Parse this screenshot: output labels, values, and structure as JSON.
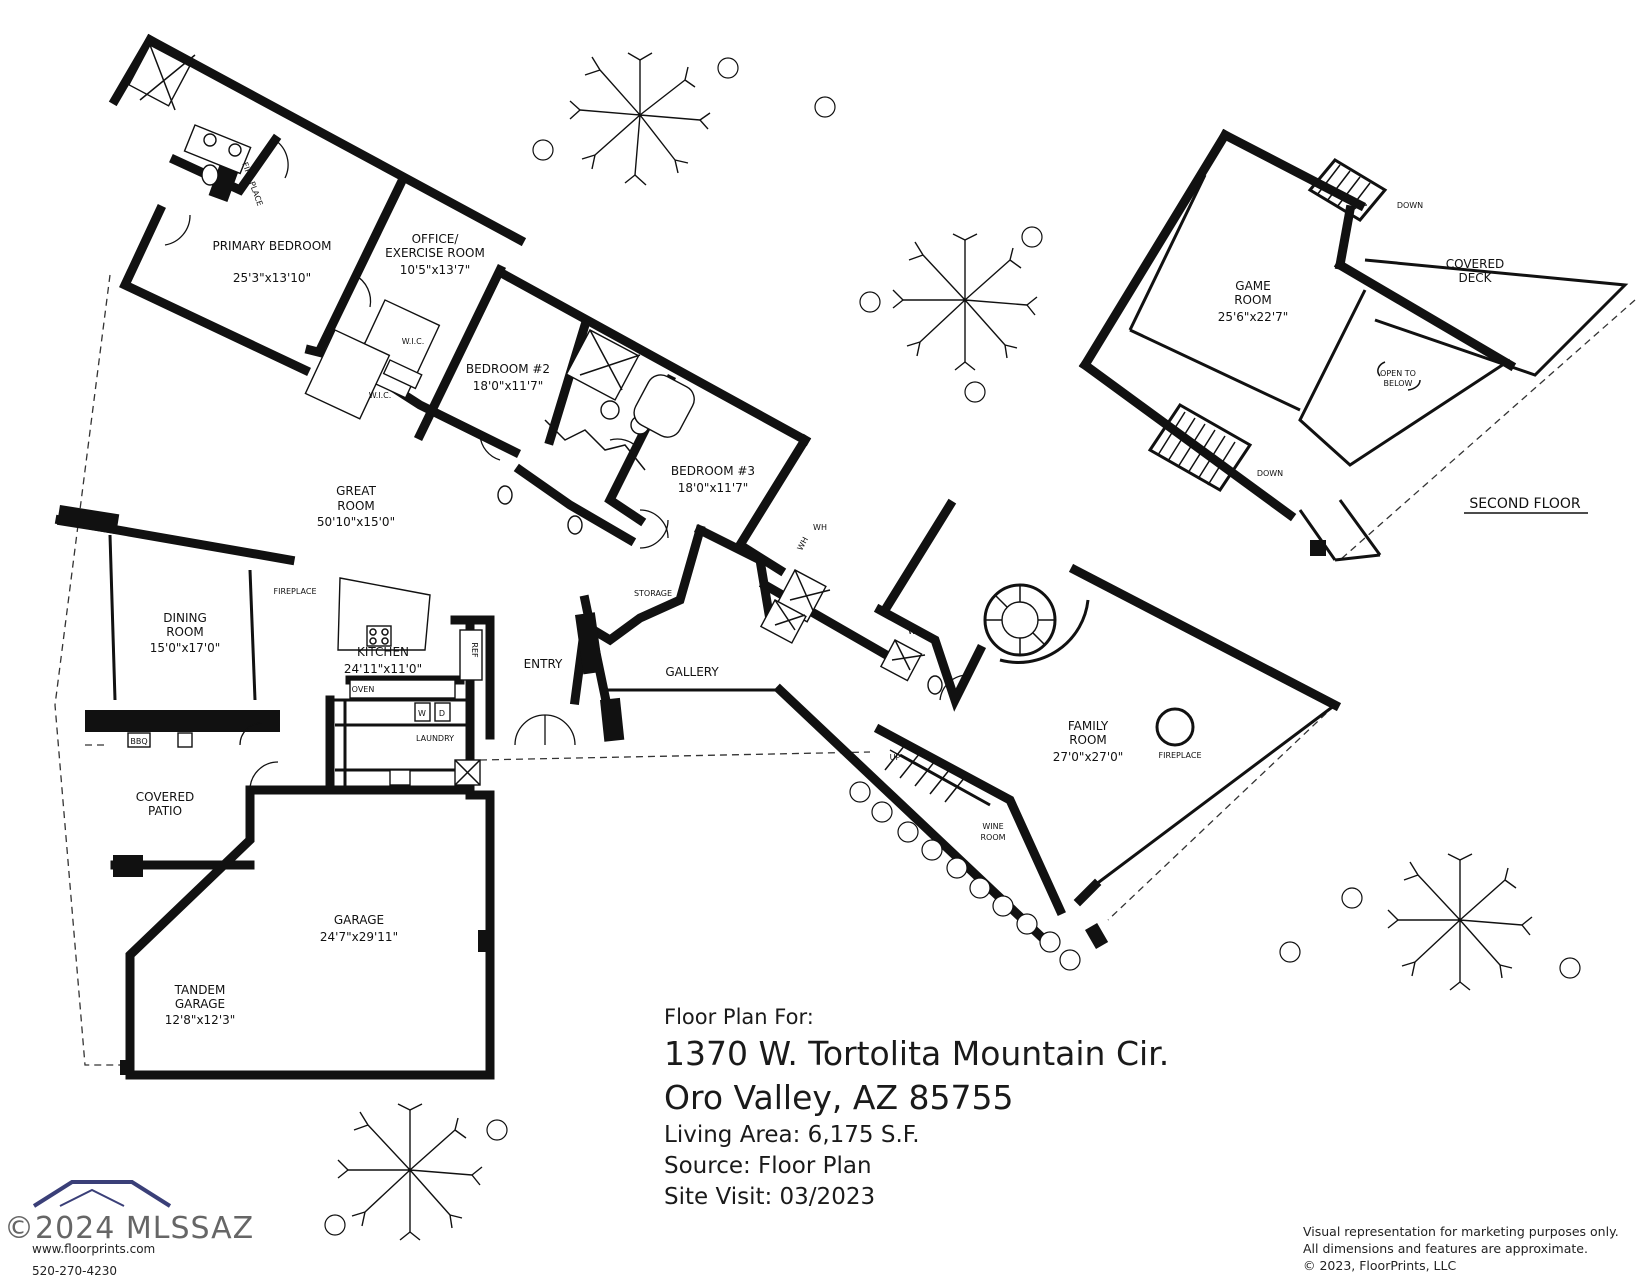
{
  "colors": {
    "ink": "#111111",
    "background": "#ffffff"
  },
  "rooms": {
    "primary_bedroom": {
      "name": "PRIMARY BEDROOM",
      "dims": "25'3\"x13'10\""
    },
    "office": {
      "name1": "OFFICE/",
      "name2": "EXERCISE ROOM",
      "dims": "10'5\"x13'7\""
    },
    "wic": "W.I.C.",
    "bedroom2": {
      "name": "BEDROOM #2",
      "dims": "18'0\"x11'7\""
    },
    "bedroom3": {
      "name": "BEDROOM #3",
      "dims": "18'0\"x11'7\""
    },
    "great_room": {
      "name1": "GREAT",
      "name2": "ROOM",
      "dims": "50'10\"x15'0\""
    },
    "dining_room": {
      "name1": "DINING",
      "name2": "ROOM",
      "dims": "15'0\"x17'0\""
    },
    "kitchen": {
      "name": "KITCHEN",
      "dims": "24'11\"x11'0\""
    },
    "entry": "ENTRY",
    "gallery": "GALLERY",
    "storage": "STORAGE",
    "laundry": "LAUNDRY",
    "covered_patio": {
      "name1": "COVERED",
      "name2": "PATIO"
    },
    "garage": {
      "name": "GARAGE",
      "dims": "24'7\"x29'11\""
    },
    "tandem_garage": {
      "name1": "TANDEM",
      "name2": "GARAGE",
      "dims": "12'8\"x12'3\""
    },
    "family_room": {
      "name1": "FAMILY",
      "name2": "ROOM",
      "dims": "27'0\"x27'0\""
    },
    "wine_room": {
      "name1": "WINE",
      "name2": "ROOM"
    },
    "game_room": {
      "name1": "GAME",
      "name2": "ROOM",
      "dims": "25'6\"x22'7\""
    },
    "covered_deck": {
      "name1": "COVERED",
      "name2": "DECK"
    }
  },
  "fixtures": {
    "fireplace": "FIREPLACE",
    "fireplace_vertical": "FIRE-PLACE",
    "oven": "OVEN",
    "ref": "REF",
    "bbq": "BBQ",
    "washer": "W",
    "dryer": "D",
    "wh": "WH",
    "up": "UP",
    "down": "DOWN",
    "open_to_below_1": "OPEN TO",
    "open_to_below_2": "BELOW"
  },
  "second_floor_label": "SECOND FLOOR",
  "info": {
    "heading": "Floor Plan For:",
    "address1": "1370 W. Tortolita Mountain Cir.",
    "address2": "Oro Valley, AZ  85755",
    "living_area": "Living Area:   6,175 S.F.",
    "source": "Source:  Floor Plan",
    "site_visit": "Site Visit:  03/2023"
  },
  "disclaimer": {
    "line1": "Visual representation for marketing purposes only.",
    "line2": "All dimensions and features are approximate.",
    "line3": "© 2023, FloorPrints, LLC"
  },
  "logo": {
    "watermark": "©2024 MLSSAZ",
    "url": "www.floorprints.com",
    "phone": "520-270-4230"
  }
}
